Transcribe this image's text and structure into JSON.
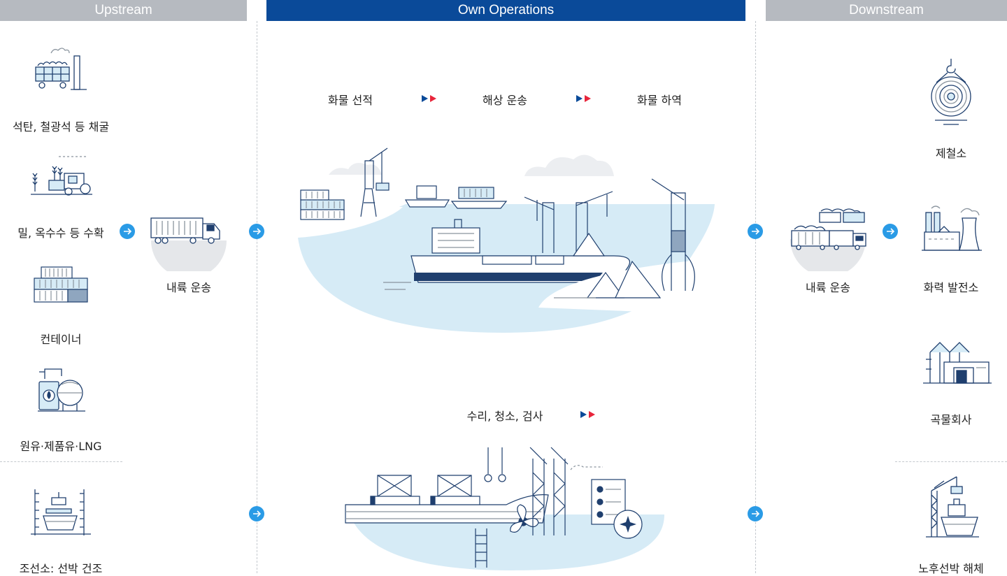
{
  "headers": {
    "upstream": "Upstream",
    "own_operations": "Own Operations",
    "downstream": "Downstream"
  },
  "upstream": {
    "items": [
      {
        "label": "석탄, 철광석 등 채굴",
        "icon": "mine-cart-icon"
      },
      {
        "label": "밀, 옥수수 등 수확",
        "icon": "harvester-icon"
      },
      {
        "label": "컨테이너",
        "icon": "container-stack-icon"
      },
      {
        "label": "원유·제품유·LNG",
        "icon": "oil-lng-tank-icon"
      },
      {
        "label": "조선소: 선박 건조",
        "icon": "shipyard-icon"
      }
    ],
    "transport": {
      "label": "내륙 운송",
      "icon": "truck-icon"
    }
  },
  "own_operations": {
    "steps": [
      "화물 선적",
      "해상 운송",
      "화물 하역"
    ],
    "repair": "수리, 청소, 검사"
  },
  "downstream": {
    "transport": {
      "label": "내륙 운송",
      "icon": "train-icon"
    },
    "items": [
      {
        "label": "제철소",
        "icon": "steel-coil-icon"
      },
      {
        "label": "화력 발전소",
        "icon": "power-plant-icon"
      },
      {
        "label": "곡물회사",
        "icon": "grain-silo-icon"
      },
      {
        "label": "노후선박 해체",
        "icon": "ship-demolition-icon"
      }
    ]
  },
  "colors": {
    "header_gray": "#b6bac0",
    "header_blue": "#0a4a99",
    "arrow_blue": "#2a9be6",
    "water": "#d6ebf6",
    "line_navy": "#1f3f6e",
    "accent_red": "#e8253b"
  }
}
